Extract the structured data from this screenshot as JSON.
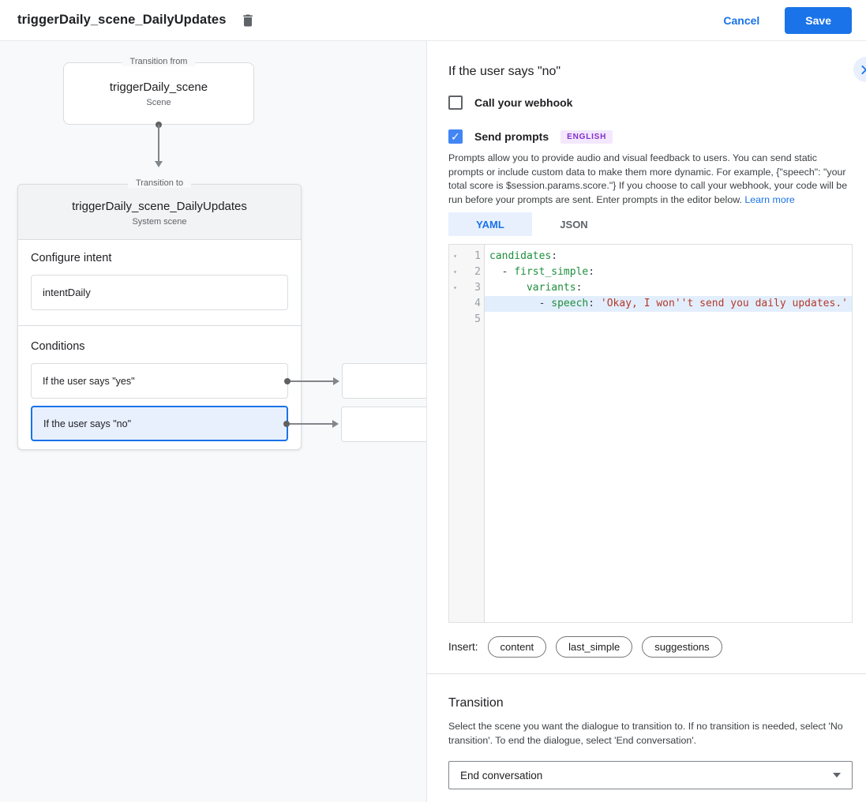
{
  "header": {
    "title": "triggerDaily_scene_DailyUpdates",
    "cancel_label": "Cancel",
    "save_label": "Save"
  },
  "canvas": {
    "transition_from": {
      "label": "Transition from",
      "name": "triggerDaily_scene",
      "type": "Scene"
    },
    "transition_to": {
      "label": "Transition to",
      "name": "triggerDaily_scene_DailyUpdates",
      "type": "System scene",
      "configure_intent_label": "Configure intent",
      "intent_value": "intentDaily",
      "conditions_label": "Conditions",
      "conditions": [
        {
          "label": "If the user says \"yes\"",
          "selected": false
        },
        {
          "label": "If the user says \"no\"",
          "selected": true
        }
      ]
    }
  },
  "panel": {
    "title": "If the user says \"no\"",
    "webhook": {
      "label": "Call your webhook",
      "checked": false
    },
    "send_prompts": {
      "label": "Send prompts",
      "checked": true,
      "badge": "ENGLISH"
    },
    "description": "Prompts allow you to provide audio and visual feedback to users. You can send static prompts or include custom data to make them more dynamic. For example, {\"speech\": \"your total score is $session.params.score.\"} If you choose to call your webhook, your code will be run before your prompts are sent. Enter prompts in the editor below.",
    "learn_more": "Learn more",
    "tabs": [
      {
        "label": "YAML",
        "active": true
      },
      {
        "label": "JSON",
        "active": false
      }
    ],
    "editor": {
      "lines": [
        {
          "num": "1",
          "fold": true,
          "active": false,
          "tokens": [
            {
              "type": "key",
              "text": "candidates"
            },
            {
              "type": "plain",
              "text": ":"
            }
          ]
        },
        {
          "num": "2",
          "fold": true,
          "active": false,
          "tokens": [
            {
              "type": "plain",
              "text": "  - "
            },
            {
              "type": "key",
              "text": "first_simple"
            },
            {
              "type": "plain",
              "text": ":"
            }
          ]
        },
        {
          "num": "3",
          "fold": true,
          "active": false,
          "tokens": [
            {
              "type": "plain",
              "text": "      "
            },
            {
              "type": "key",
              "text": "variants"
            },
            {
              "type": "plain",
              "text": ":"
            }
          ]
        },
        {
          "num": "4",
          "fold": false,
          "active": true,
          "tokens": [
            {
              "type": "plain",
              "text": "        - "
            },
            {
              "type": "key",
              "text": "speech"
            },
            {
              "type": "plain",
              "text": ": "
            },
            {
              "type": "string",
              "text": "'Okay, I won''t send you daily updates.'"
            }
          ]
        },
        {
          "num": "5",
          "fold": false,
          "active": false,
          "tokens": []
        }
      ]
    },
    "insert": {
      "label": "Insert:",
      "chips": [
        "content",
        "last_simple",
        "suggestions"
      ]
    },
    "transition": {
      "title": "Transition",
      "description": "Select the scene you want the dialogue to transition to. If no transition is needed, select 'No transition'. To end the dialogue, select 'End conversation'.",
      "select_value": "End conversation"
    }
  },
  "colors": {
    "accent_blue": "#1a73e8",
    "checkbox_blue": "#4285f4",
    "selected_condition_bg": "#e8f0fe",
    "badge_bg": "#f3e8fd",
    "badge_text": "#8430ce",
    "code_key_green": "#1e8e3e",
    "code_string_red": "#b3392b",
    "active_line_bg": "#e3eefc",
    "canvas_bg": "#f8f9fa"
  }
}
